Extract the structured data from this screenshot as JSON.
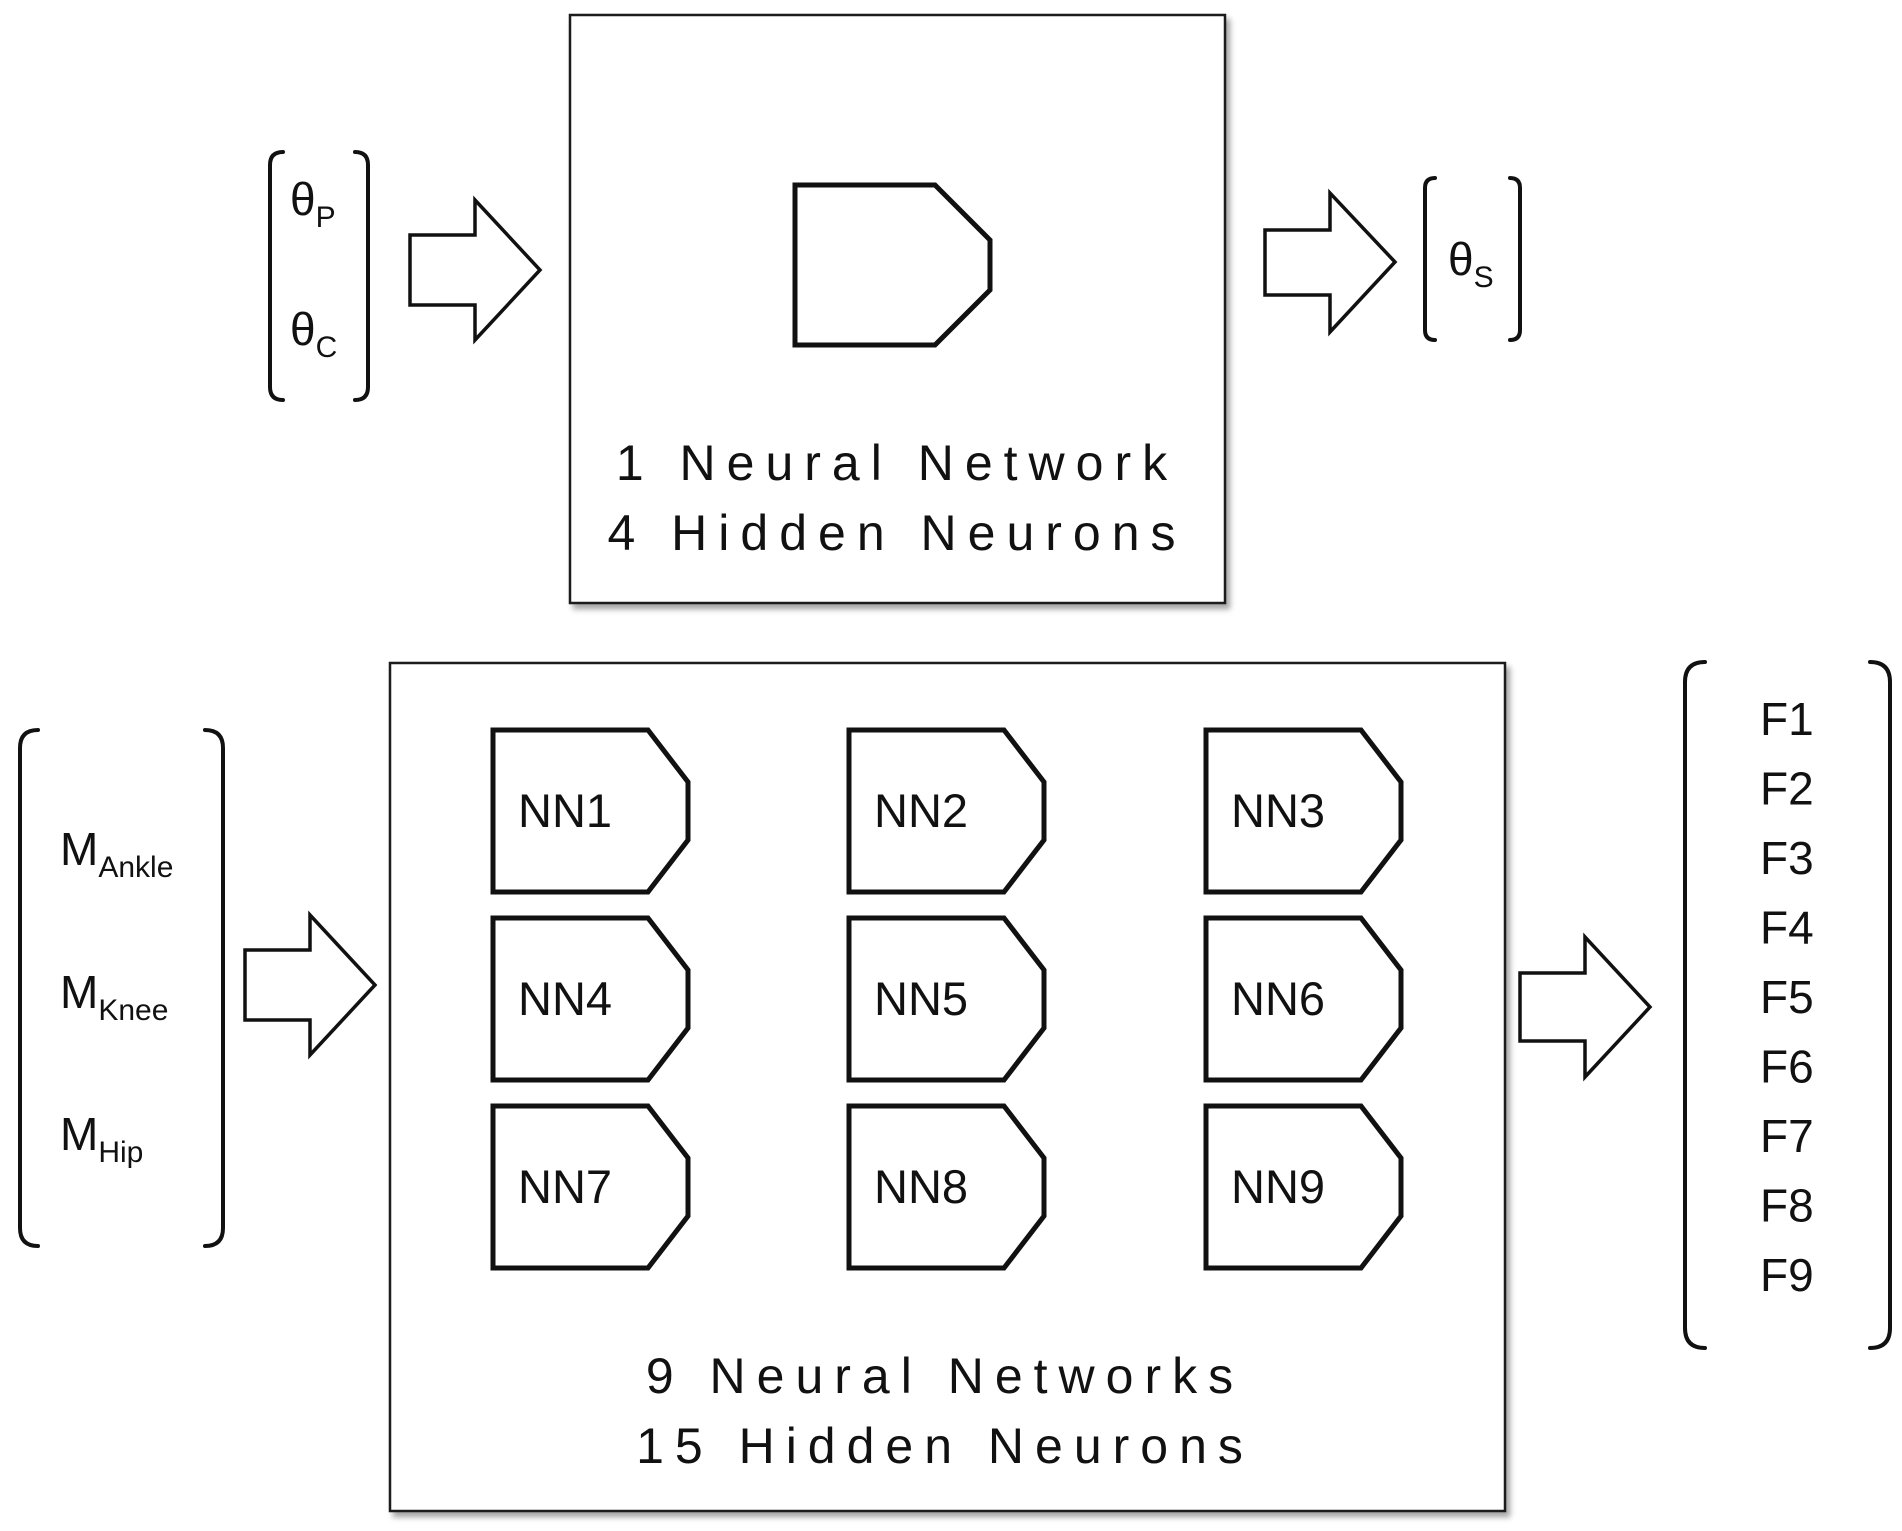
{
  "top": {
    "inputs": [
      {
        "symbol": "θ",
        "sub": "P"
      },
      {
        "symbol": "θ",
        "sub": "C"
      }
    ],
    "output": {
      "symbol": "θ",
      "sub": "S"
    },
    "caption_line1": "1 Neural Network",
    "caption_line2": "4 Hidden Neurons"
  },
  "bottom": {
    "inputs": [
      {
        "symbol": "M",
        "sub": "Ankle"
      },
      {
        "symbol": "M",
        "sub": "Knee"
      },
      {
        "symbol": "M",
        "sub": "Hip"
      }
    ],
    "networks": [
      "NN1",
      "NN2",
      "NN3",
      "NN4",
      "NN5",
      "NN6",
      "NN7",
      "NN8",
      "NN9"
    ],
    "outputs": [
      "F1",
      "F2",
      "F3",
      "F4",
      "F5",
      "F6",
      "F7",
      "F8",
      "F9"
    ],
    "caption_line1": "9 Neural Networks",
    "caption_line2": "15 Hidden Neurons"
  }
}
